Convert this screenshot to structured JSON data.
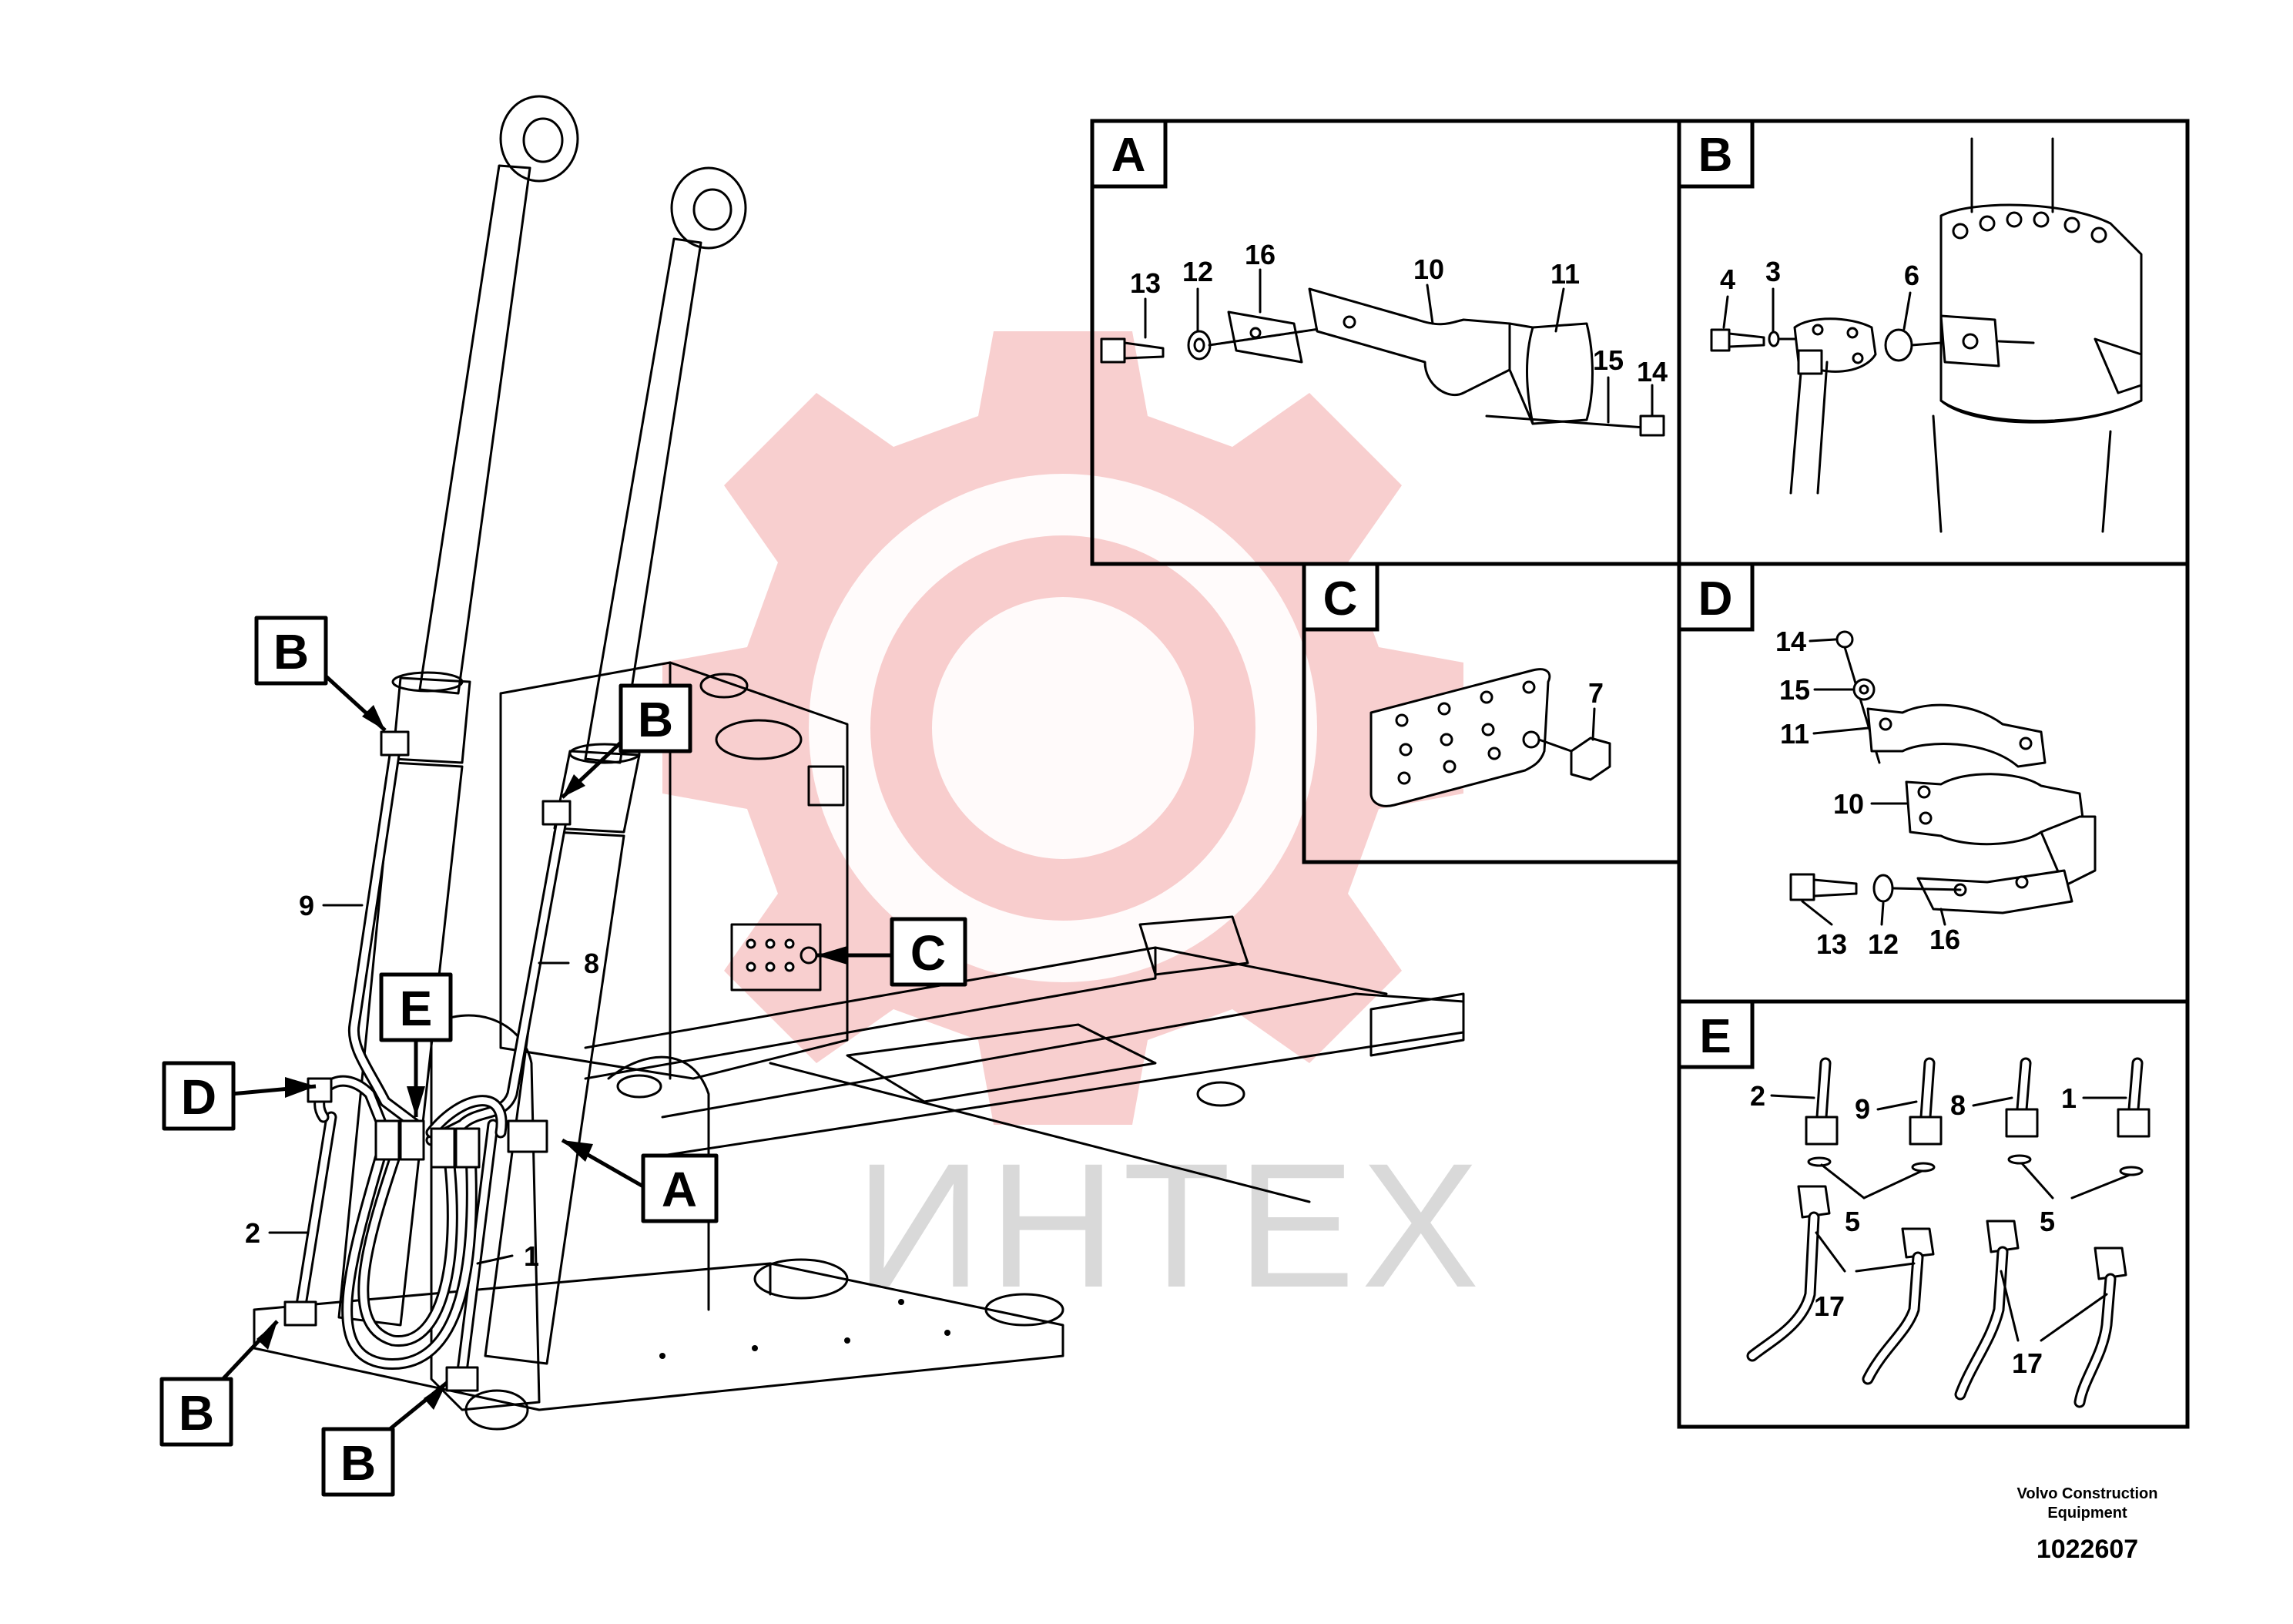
{
  "main_view": {
    "callouts": [
      "B",
      "B",
      "D",
      "E",
      "C",
      "A",
      "B",
      "B"
    ],
    "numbers": [
      "9",
      "8",
      "2",
      "1"
    ]
  },
  "panels": [
    {
      "letter": "A",
      "numbers": [
        "13",
        "12",
        "16",
        "10",
        "11",
        "15",
        "14"
      ]
    },
    {
      "letter": "B",
      "numbers": [
        "4",
        "3",
        "6"
      ]
    },
    {
      "letter": "C",
      "numbers": [
        "7"
      ]
    },
    {
      "letter": "D",
      "numbers": [
        "14",
        "15",
        "11",
        "10",
        "13",
        "12",
        "16"
      ]
    },
    {
      "letter": "E",
      "numbers": [
        "2",
        "9",
        "8",
        "1",
        "5",
        "5",
        "17",
        "17"
      ]
    }
  ],
  "watermark": {
    "text": "ИНТЕХ",
    "color": "#f2a7a7"
  },
  "footer": {
    "company_line1": "Volvo Construction",
    "company_line2": "Equipment",
    "drawing_number": "1022607"
  }
}
